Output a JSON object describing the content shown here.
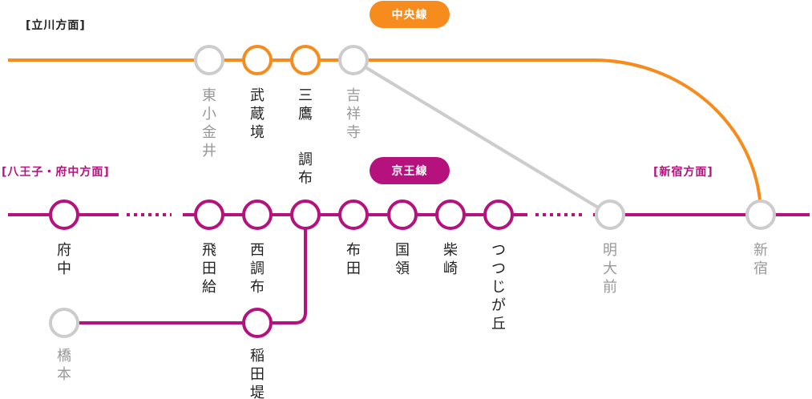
{
  "colors": {
    "chuo": "#F68B1E",
    "keio": "#B5127E",
    "other": "#CCCCCC",
    "active_text": "#222222",
    "inactive_text": "#999999",
    "direction_dark": "#222222"
  },
  "directions": {
    "tachikawa": "[立川方面]",
    "hachioji": "[八王子・府中方面]",
    "shinjuku": "[新宿方面]"
  },
  "lines": {
    "chuo": {
      "name": "中央線"
    },
    "keio": {
      "name": "京王線"
    }
  },
  "stations": {
    "higashikoganei": {
      "name": "東小金井"
    },
    "musashisakai": {
      "name": "武蔵境"
    },
    "mitaka": {
      "name": "三鷹"
    },
    "kichijoji": {
      "name": "吉祥寺"
    },
    "chofu": {
      "name": "調布"
    },
    "fuchu": {
      "name": "府中"
    },
    "tobitakyu": {
      "name": "飛田給"
    },
    "nishichofu": {
      "name": "西調布"
    },
    "fuda": {
      "name": "布田"
    },
    "kokuryo": {
      "name": "国領"
    },
    "shibasaki": {
      "name": "柴崎"
    },
    "tsutsujigaoka": {
      "name": "つつじが丘"
    },
    "meidaimae": {
      "name": "明大前"
    },
    "shinjuku": {
      "name": "新宿"
    },
    "hashimoto": {
      "name": "橋本"
    },
    "inadazutsumi": {
      "name": "稲田堤"
    }
  }
}
